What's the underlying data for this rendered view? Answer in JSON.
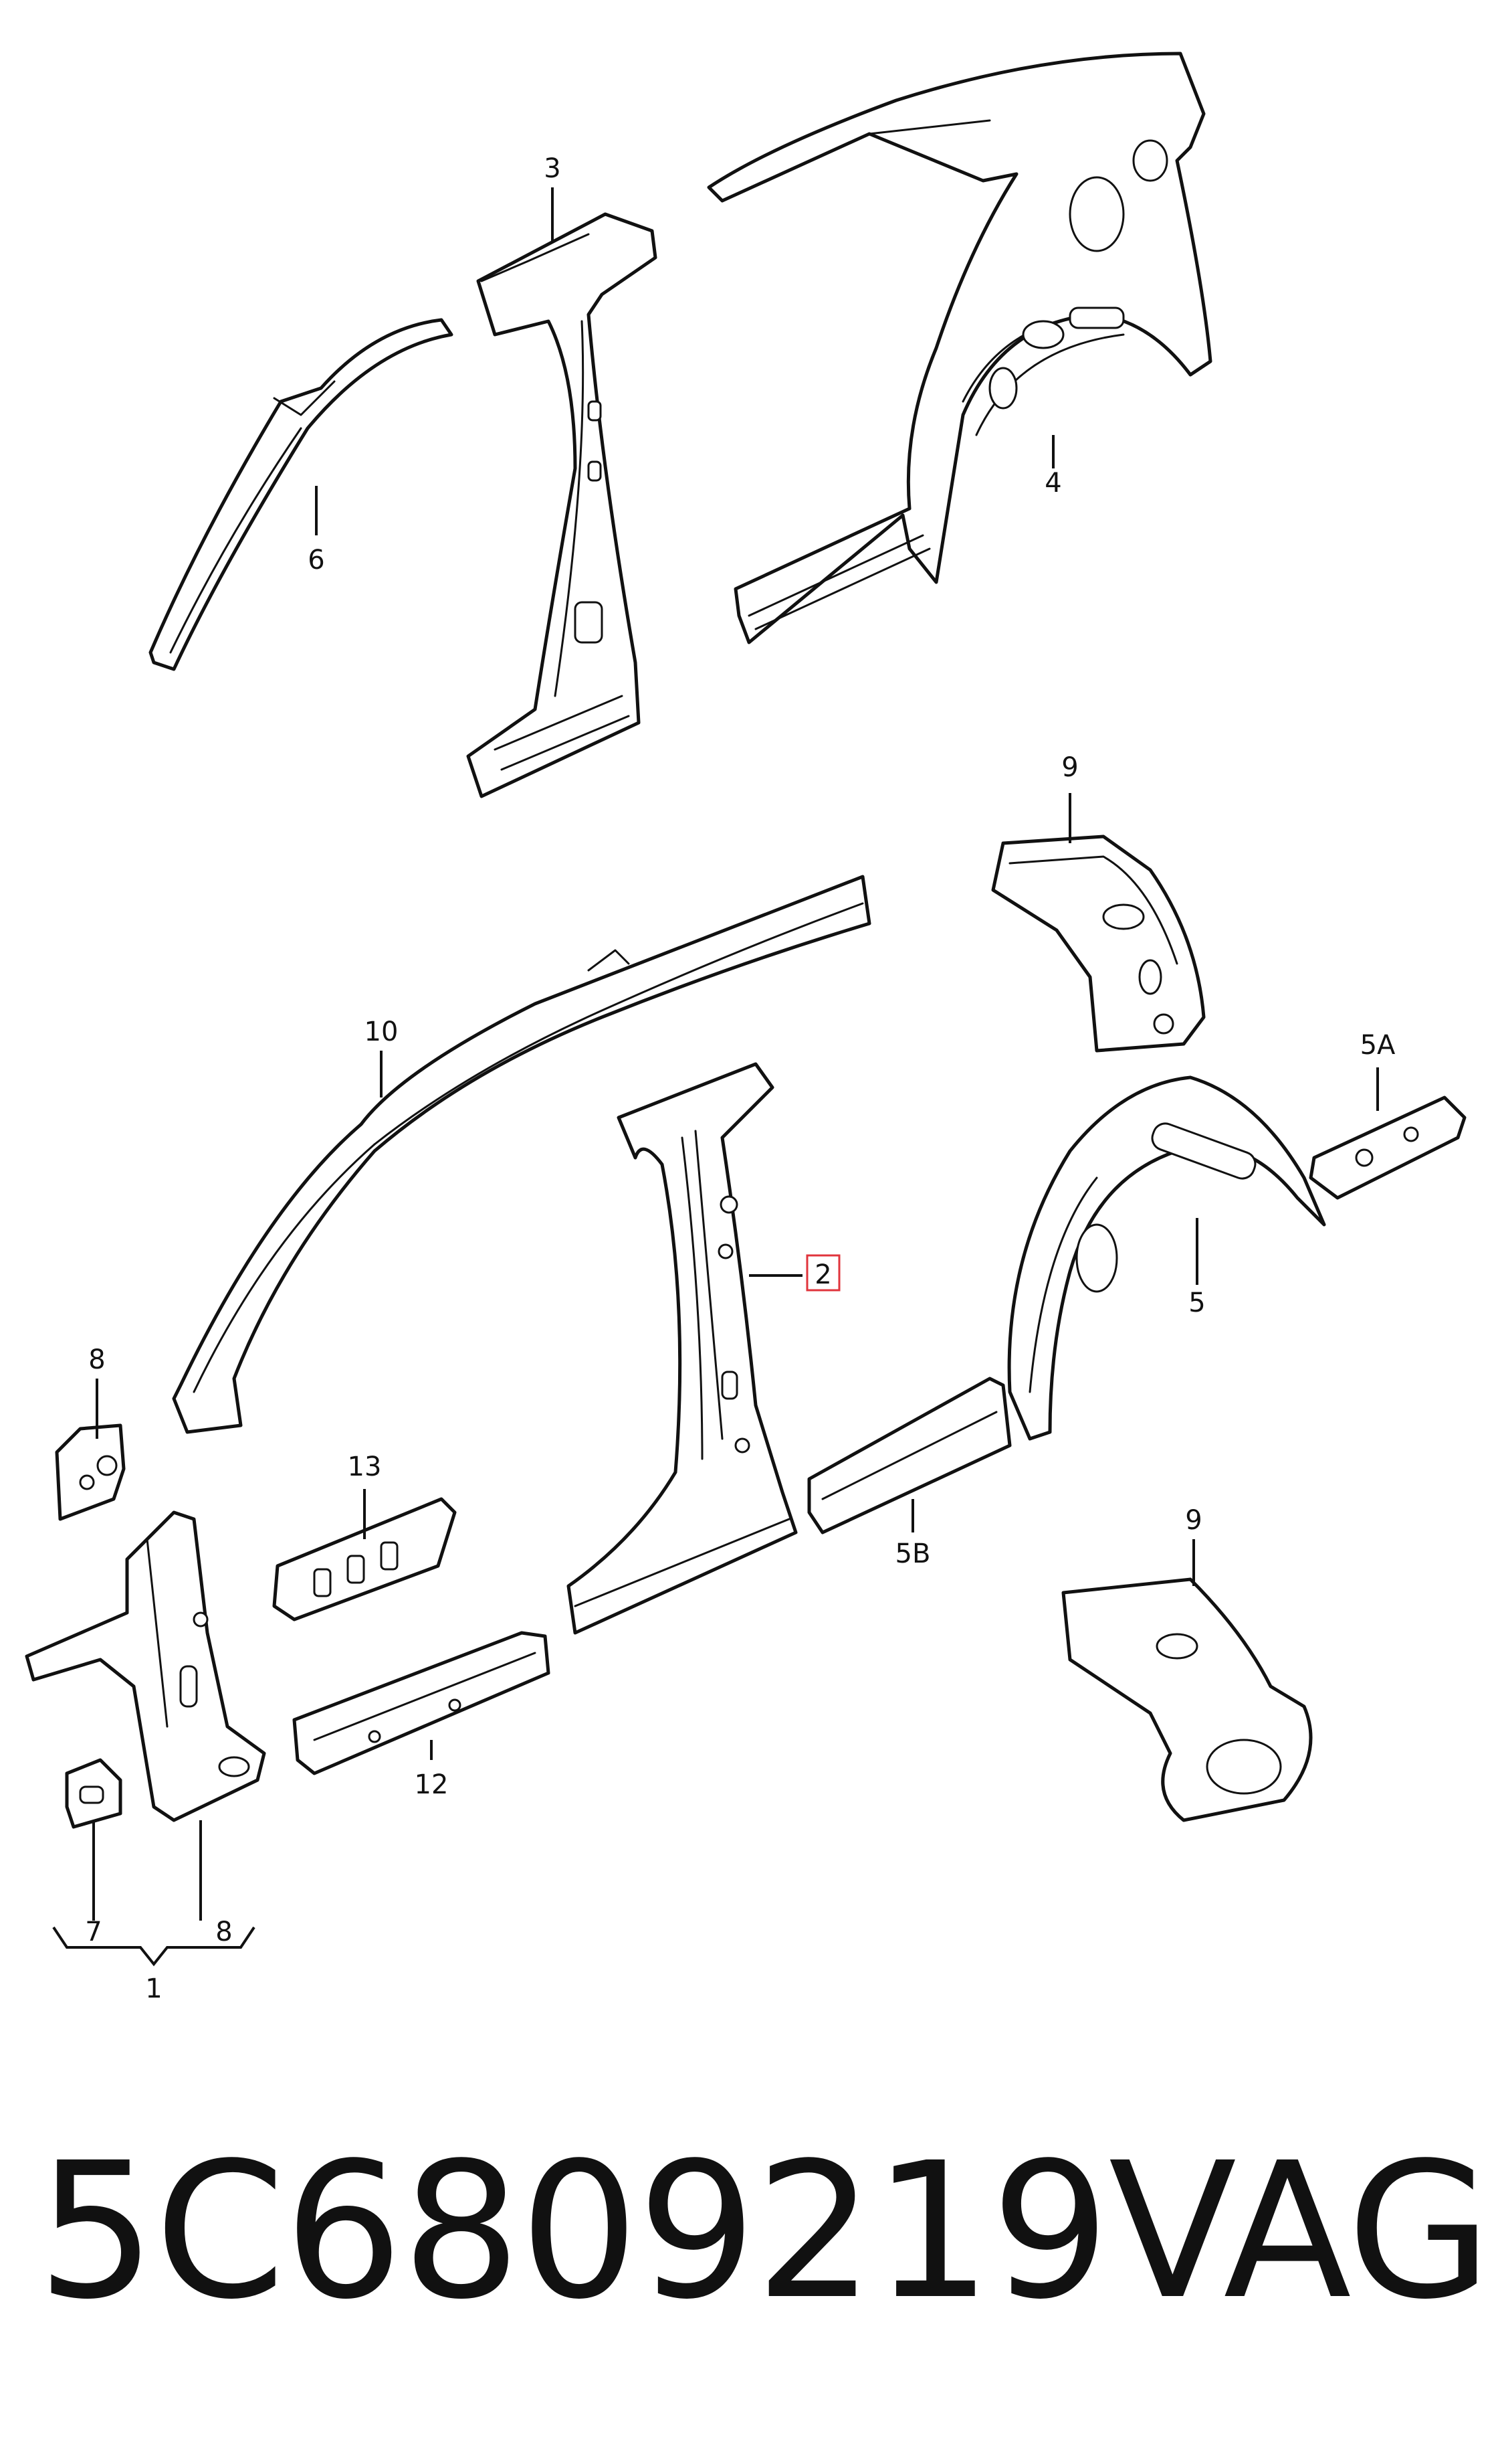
{
  "callouts": {
    "c1": "1",
    "c2": "2",
    "c3": "3",
    "c4": "4",
    "c5": "5",
    "c5a": "5A",
    "c5b": "5B",
    "c6": "6",
    "c7": "7",
    "c8_top": "8",
    "c8_bottom": "8",
    "c9_top": "9",
    "c9_bottom": "9",
    "c10": "10",
    "c12": "12",
    "c13": "13"
  },
  "highlighted_callout": "2",
  "highlight_color": "#e0343c",
  "footer": {
    "part_number": "5C6809219",
    "brand": "VAG"
  }
}
